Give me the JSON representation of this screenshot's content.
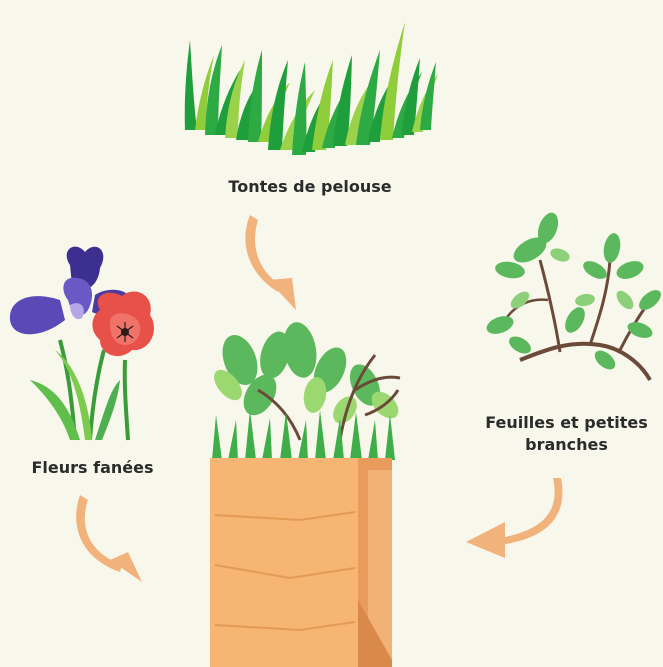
{
  "labels": {
    "grass": "Tontes de pelouse",
    "flowers": "Fleurs fanées",
    "leaves": "Feuilles et petites branches"
  },
  "colors": {
    "background": "#f8f7eb",
    "arrow": "#f2b27c",
    "bag": "#f6b572",
    "bag_side": "#e89b5a",
    "grass_dark": "#1f9e3c",
    "grass_light": "#8fcd3a",
    "iris": "#4b3aa0",
    "poppy": "#e8514a",
    "leaf": "#5cb85c"
  },
  "icons": [
    "grass-illustration",
    "flowers-illustration",
    "leafy-branch-illustration",
    "compost-bag-illustration",
    "curved-arrow-icon"
  ]
}
